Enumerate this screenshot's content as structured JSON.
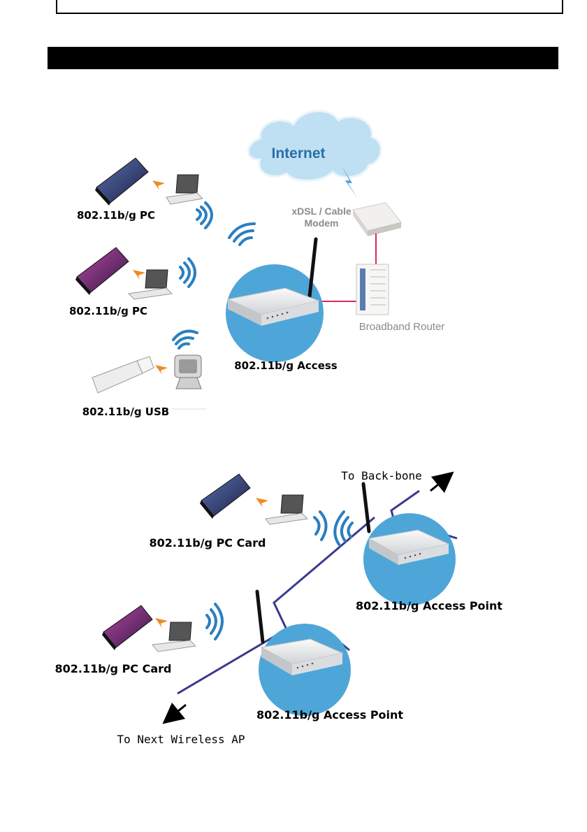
{
  "diagram1": {
    "cloud_label": "Internet",
    "modem_label_line1": "xDSL / Cable",
    "modem_label_line2": "Modem",
    "router_label": "Broadband Router",
    "ap_label": "802.11b/g Access",
    "client1_label": "802.11b/g PC",
    "client2_label": "802.11b/g PC",
    "client3_label": "802.11b/g USB"
  },
  "diagram2": {
    "backbone_label": "To Back-bone",
    "next_ap_label": "To Next Wireless AP",
    "card1_label": "802.11b/g PC Card",
    "card2_label": "802.11b/g PC Card",
    "ap1_label": "802.11b/g Access Point",
    "ap2_label": "802.11b/g Access Point"
  },
  "colors": {
    "circle_blue": "#4ea6d8",
    "cable_red": "#e0285a",
    "cable_navy": "#3a3a8c",
    "wifi_blue": "#2a7fc0",
    "arrow_orange": "#f08a24",
    "cloud_fill": "#bfe0f2"
  }
}
